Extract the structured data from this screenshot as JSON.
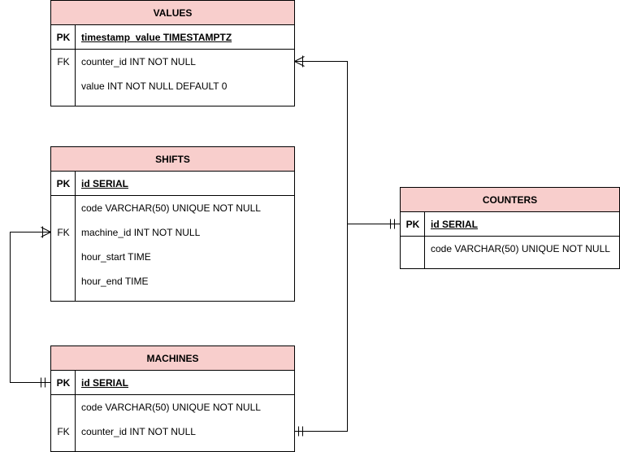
{
  "tables": {
    "values": {
      "title": "VALUES",
      "pk_key": "PK",
      "pk_field": "timestamp_value TIMESTAMPTZ",
      "fk_key": "FK",
      "fields": [
        "counter_id INT NOT NULL",
        "value INT NOT NULL DEFAULT 0"
      ]
    },
    "shifts": {
      "title": "SHIFTS",
      "pk_key": "PK",
      "pk_field": "id SERIAL",
      "fk_key": "FK",
      "fields": [
        "code VARCHAR(50) UNIQUE NOT NULL",
        "machine_id INT NOT NULL",
        "hour_start TIME",
        "hour_end TIME"
      ]
    },
    "machines": {
      "title": "MACHINES",
      "pk_key": "PK",
      "pk_field": "id SERIAL",
      "fk_key": "FK",
      "fields": [
        "code VARCHAR(50) UNIQUE NOT NULL",
        "counter_id INT NOT NULL"
      ]
    },
    "counters": {
      "title": "COUNTERS",
      "pk_key": "PK",
      "pk_field": "id SERIAL",
      "fields": [
        "code VARCHAR(50) UNIQUE NOT NULL"
      ]
    }
  }
}
